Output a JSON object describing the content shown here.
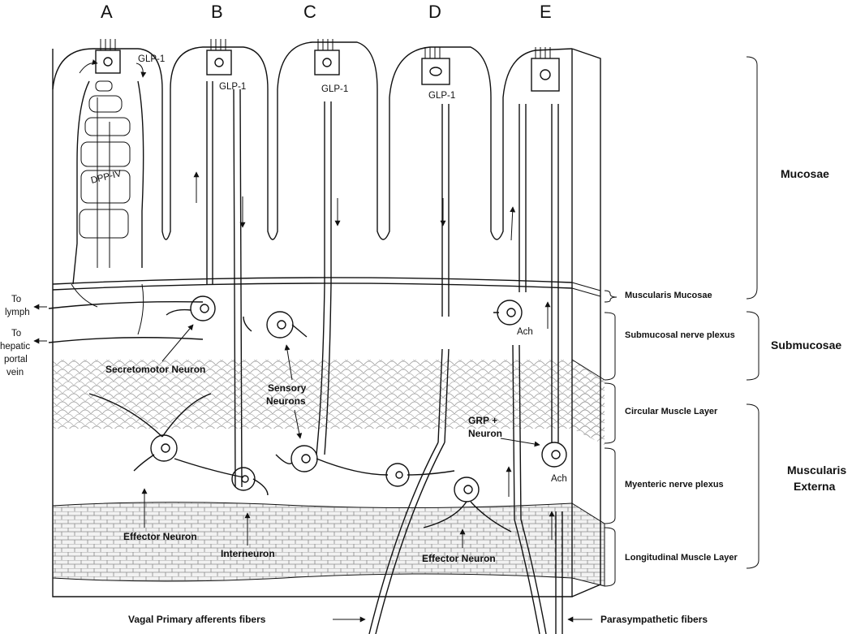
{
  "columns": [
    "A",
    "B",
    "C",
    "D",
    "E"
  ],
  "labels": {
    "glp1": "GLP-1",
    "dpp4": "DPP-IV",
    "ach": "Ach",
    "to_lymph_1": "To",
    "to_lymph_2": "lymph",
    "to_portal_1": "To",
    "to_portal_2": "hepatic",
    "to_portal_3": "portal",
    "to_portal_4": "vein",
    "secretomotor": "Secretomotor Neuron",
    "sensory_1": "Sensory",
    "sensory_2": "Neurons",
    "grp_1": "GRP +",
    "grp_2": "Neuron",
    "effector": "Effector Neuron",
    "interneuron": "Interneuron",
    "vagal": "Vagal Primary afferents fibers",
    "parasympathetic": "Parasympathetic fibers"
  },
  "layers": {
    "muscularis_mucosae": "Muscularis Mucosae",
    "submucosal_plexus": "Submucosal nerve plexus",
    "circular_muscle": "Circular Muscle Layer",
    "myenteric_plexus": "Myenteric nerve plexus",
    "longitudinal_muscle": "Longitudinal Muscle Layer"
  },
  "regions": {
    "mucosae": "Mucosae",
    "submucosae": "Submucosae",
    "muscularis_1": "Muscularis",
    "muscularis_2": "Externa"
  }
}
